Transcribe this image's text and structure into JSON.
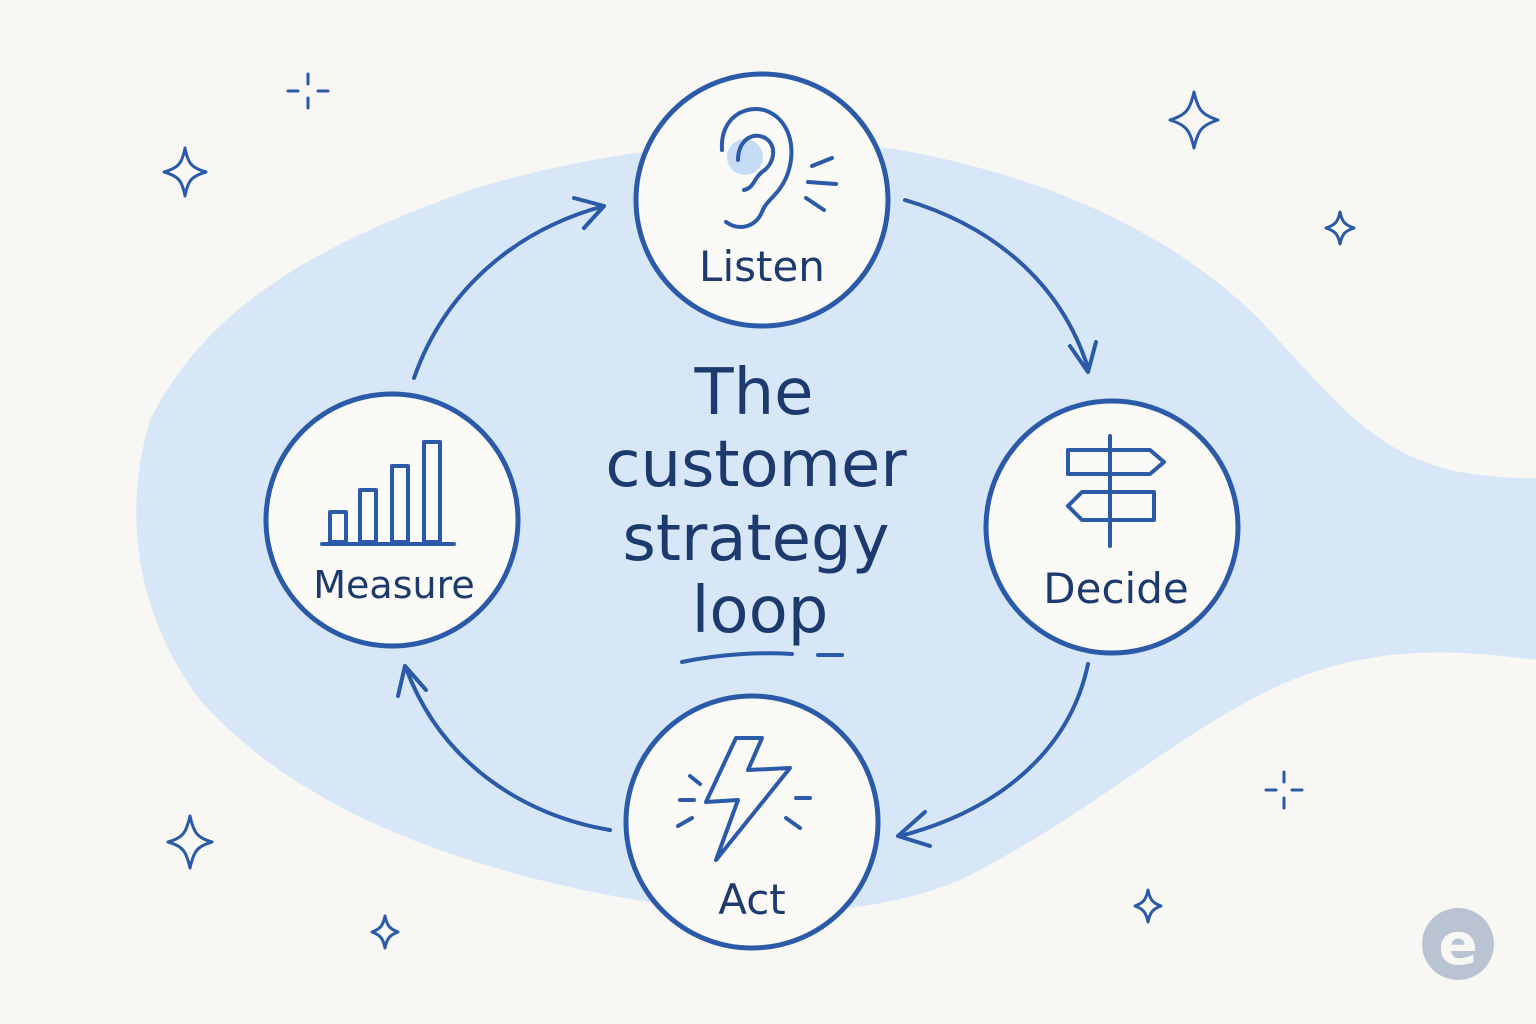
{
  "title": {
    "lines": [
      "The",
      "customer",
      "strategy",
      "loop"
    ]
  },
  "nodes": [
    {
      "id": "listen",
      "label": "Listen",
      "icon": "ear-icon"
    },
    {
      "id": "decide",
      "label": "Decide",
      "icon": "signpost-icon"
    },
    {
      "id": "act",
      "label": "Act",
      "icon": "lightning-icon"
    },
    {
      "id": "measure",
      "label": "Measure",
      "icon": "bar-chart-icon"
    }
  ],
  "colors": {
    "background": "#f8f7f3",
    "blob": "#d8e7f7",
    "stroke": "#2a5aa8",
    "text": "#1c3a6e",
    "node_fill": "#fbfaf6",
    "logo": "#b9c3d1"
  },
  "logo": {
    "letter": "e"
  }
}
